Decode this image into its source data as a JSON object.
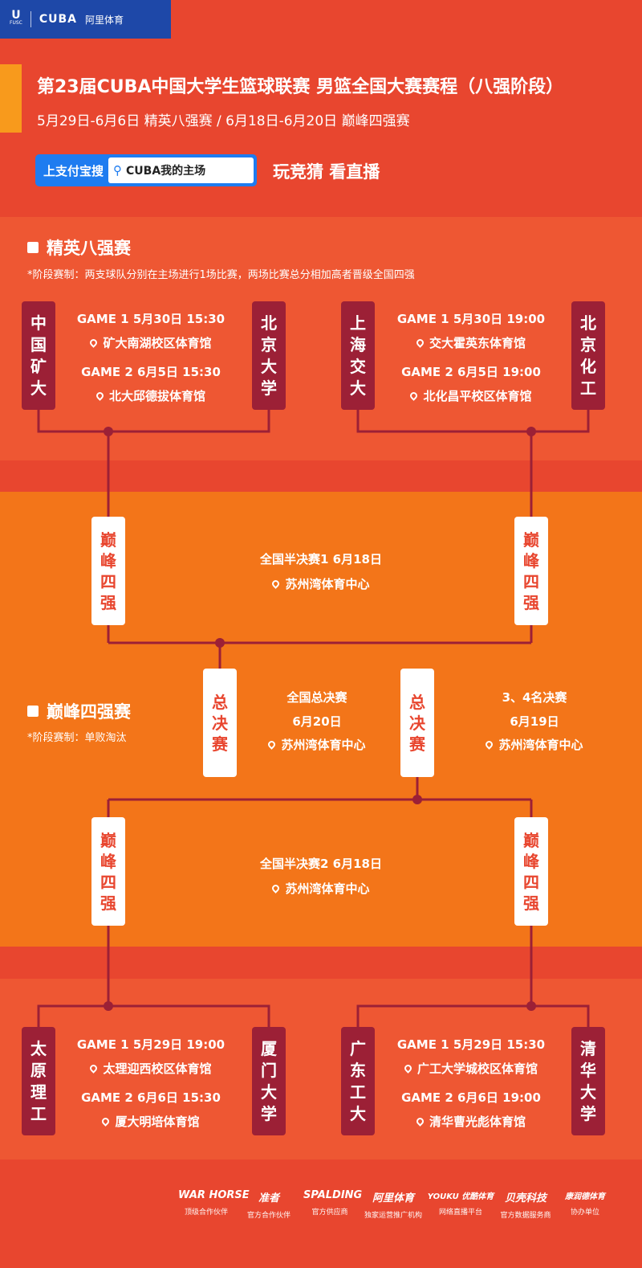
{
  "header": {
    "logo_left": "U",
    "logo_left_sub": "FUSC",
    "logo_cuba": "CUBA",
    "logo_ali": "阿里体育",
    "title": "第23届CUBA中国大学生篮球联赛 男篮全国大赛赛程（八强阶段）",
    "subtitle": "5月29日-6月6日  精英八强赛    /    6月18日-6月20日   巅峰四强赛",
    "search_label": "上支付宝搜",
    "search_value": "CUBA我的主场",
    "cta": "玩竞猜 看直播"
  },
  "elite8": {
    "heading": "精英八强赛",
    "note": "*阶段赛制：两支球队分别在主场进行1场比赛，两场比赛总分相加高者晋级全国四强",
    "matchups": [
      {
        "team_a": [
          "中",
          "国",
          "矿",
          "大"
        ],
        "team_b": [
          "北",
          "京",
          "大",
          "学"
        ],
        "game1": "GAME 1  5月30日  15:30",
        "venue1": "矿大南湖校区体育馆",
        "game2": "GAME 2  6月5日  15:30",
        "venue2": "北大邱德拔体育馆"
      },
      {
        "team_a": [
          "上",
          "海",
          "交",
          "大"
        ],
        "team_b": [
          "北",
          "京",
          "化",
          "工"
        ],
        "game1": "GAME 1  5月30日  19:00",
        "venue1": "交大霍英东体育馆",
        "game2": "GAME 2  6月5日  19:00",
        "venue2": "北化昌平校区体育馆"
      },
      {
        "team_a": [
          "太",
          "原",
          "理",
          "工"
        ],
        "team_b": [
          "厦",
          "门",
          "大",
          "学"
        ],
        "game1": "GAME 1  5月29日  19:00",
        "venue1": "太理迎西校区体育馆",
        "game2": "GAME 2  6月6日  15:30",
        "venue2": "厦大明培体育馆"
      },
      {
        "team_a": [
          "广",
          "东",
          "工",
          "大"
        ],
        "team_b": [
          "清",
          "华",
          "大",
          "学"
        ],
        "game1": "GAME 1  5月29日  15:30",
        "venue1": "广工大学城校区体育馆",
        "game2": "GAME 2  6月6日  19:00",
        "venue2": "清华曹光彪体育馆"
      }
    ]
  },
  "final4": {
    "heading": "巅峰四强赛",
    "note": "*阶段赛制：单败淘汰",
    "round_label": [
      "巅",
      "峰",
      "四",
      "强"
    ],
    "final_label": [
      "总",
      "决",
      "赛"
    ],
    "semi1": {
      "title": "全国半决赛1  6月18日",
      "venue": "苏州湾体育中心"
    },
    "semi2": {
      "title": "全国半决赛2  6月18日",
      "venue": "苏州湾体育中心"
    },
    "final": {
      "title": "全国总决赛",
      "date": "6月20日",
      "venue": "苏州湾体育中心"
    },
    "third": {
      "title": "3、4名决赛",
      "date": "6月19日",
      "venue": "苏州湾体育中心"
    }
  },
  "sponsors": [
    {
      "name": "WAR HORSE",
      "caption": "顶级合作伙伴"
    },
    {
      "name": "准者",
      "caption": "官方合作伙伴"
    },
    {
      "name": "SPALDING",
      "caption": "官方供应商"
    },
    {
      "name": "阿里体育",
      "caption": "独家运营推广机构"
    },
    {
      "name": "YOUKU 优酷体育",
      "caption": "网络直播平台"
    },
    {
      "name": "贝壳科技",
      "caption": "官方数据服务商"
    },
    {
      "name": "康润德体育",
      "caption": "协办单位"
    }
  ],
  "colors": {
    "background": "#e8462f",
    "band_light": "#ee5733",
    "band_orange": "#f37519",
    "team_box": "#9c2036",
    "accent": "#f89a1c",
    "brand_blue": "#1e48a8",
    "alipay_blue": "#1e7cf0"
  }
}
